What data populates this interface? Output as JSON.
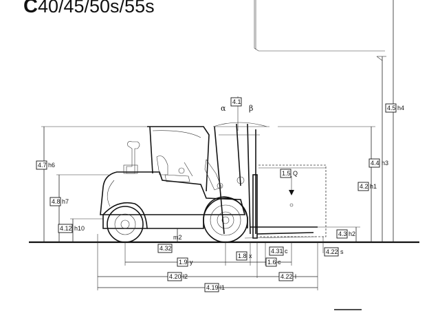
{
  "title": {
    "prefix": "C",
    "models": "40/45/50s/55s"
  },
  "dimensions": [
    {
      "id": "h4",
      "code": "4.5",
      "symbol": "h4"
    },
    {
      "id": "h3",
      "code": "4.4",
      "symbol": "h3"
    },
    {
      "id": "h1",
      "code": "4.2",
      "symbol": "h1"
    },
    {
      "id": "h6",
      "code": "4.7",
      "symbol": "h6"
    },
    {
      "id": "h7",
      "code": "4.8",
      "symbol": "h7"
    },
    {
      "id": "h10",
      "code": "4.12",
      "symbol": "h10"
    },
    {
      "id": "tilt",
      "code": "4.1",
      "symbol": ""
    },
    {
      "id": "Q",
      "code": "1.5",
      "symbol": "Q"
    },
    {
      "id": "h2",
      "code": "4.3",
      "symbol": "h2"
    },
    {
      "id": "m2",
      "code": "4.32",
      "symbol": "m2"
    },
    {
      "id": "y",
      "code": "1.9",
      "symbol": "y"
    },
    {
      "id": "x",
      "code": "1.8",
      "symbol": "x"
    },
    {
      "id": "c",
      "code": "1.6",
      "symbol": "c"
    },
    {
      "id": "c2",
      "code": "4.31",
      "symbol": "c"
    },
    {
      "id": "s",
      "code": "4.22",
      "symbol": "s"
    },
    {
      "id": "l2",
      "code": "4.20",
      "symbol": "l2"
    },
    {
      "id": "l",
      "code": "4.22",
      "symbol": "l"
    },
    {
      "id": "l1",
      "code": "4.19",
      "symbol": "l1"
    }
  ],
  "angles": {
    "alpha": "α",
    "beta": "β"
  }
}
